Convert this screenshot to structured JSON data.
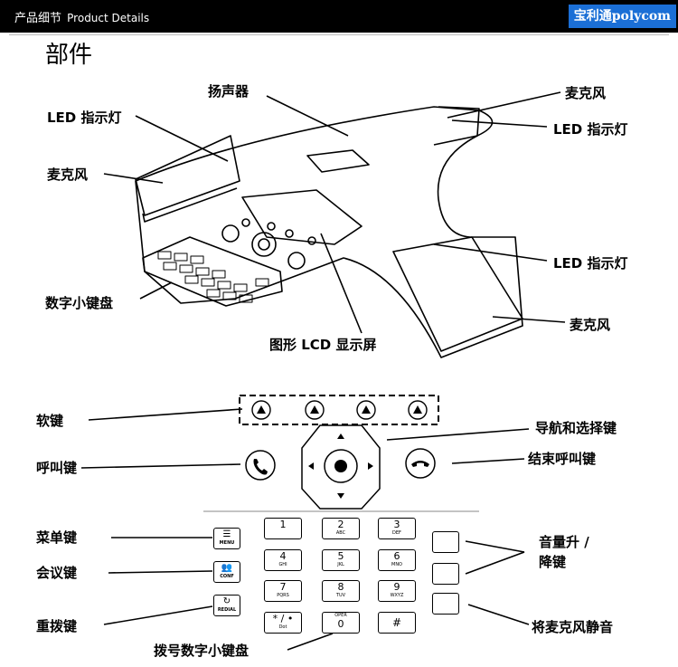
{
  "header": {
    "title_cn": "产品细节",
    "title_en": "Product Details",
    "brand": "宝利通polycom"
  },
  "section_title": "部件",
  "labels": {
    "speaker": "扬声器",
    "mic_top_right": "麦克风",
    "led_top_left": "LED 指示灯",
    "led_top_right": "LED 指示灯",
    "mic_left": "麦克风",
    "led_right": "LED 指示灯",
    "keypad": "数字小键盘",
    "mic_bottom_right": "麦克风",
    "lcd": "图形 LCD 显示屏",
    "softkeys": "软键",
    "nav": "导航和选择键",
    "call": "呼叫键",
    "end_call": "结束呼叫键",
    "menu": "菜单键",
    "volume_line1": "音量升 /",
    "volume_line2": "降键",
    "conference": "会议键",
    "redial": "重拨键",
    "mute": "将麦克风静音",
    "dialpad": "拨号数字小键盘"
  },
  "keypad": {
    "keys": [
      {
        "digit": "1",
        "sub": ""
      },
      {
        "digit": "2",
        "sub": "ABC"
      },
      {
        "digit": "3",
        "sub": "DEF"
      },
      {
        "digit": "4",
        "sub": "GHI"
      },
      {
        "digit": "5",
        "sub": "JKL"
      },
      {
        "digit": "6",
        "sub": "MNO"
      },
      {
        "digit": "7",
        "sub": "PQRS"
      },
      {
        "digit": "8",
        "sub": "TUV"
      },
      {
        "digit": "9",
        "sub": "WXYZ"
      },
      {
        "digit": "* / •",
        "sub": "Dot"
      },
      {
        "digit": "0",
        "sub": "OPER"
      },
      {
        "digit": "#",
        "sub": ""
      }
    ]
  },
  "side_keys": {
    "menu": "MENU",
    "conf": "CONF",
    "redial": "REDIAL"
  },
  "icons": {
    "softkey": "triangle-up-icon",
    "call": "phone-icon",
    "end_call": "hang-up-icon",
    "volume_up": "speaker-loud-icon",
    "volume_down": "speaker-quiet-icon",
    "mute": "mic-mute-icon"
  }
}
